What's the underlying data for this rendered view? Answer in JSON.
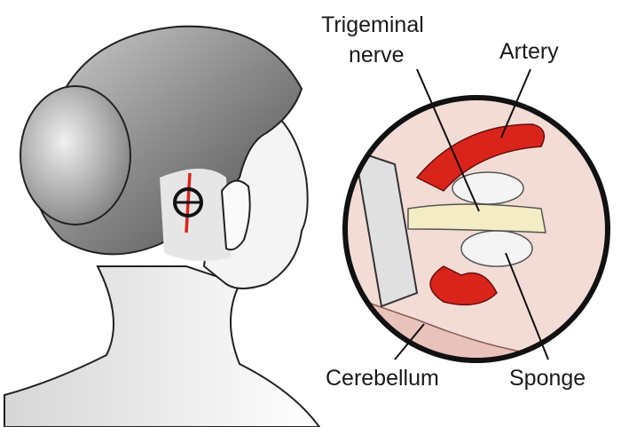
{
  "labels": {
    "trigeminal_line1": "Trigeminal",
    "trigeminal_line2": "nerve",
    "artery": "Artery",
    "cerebellum": "Cerebellum",
    "sponge": "Sponge"
  },
  "colors": {
    "artery": "#d9241b",
    "incision": "#d9241b",
    "nerve": "#f3ecc4",
    "sponge": "#f4f4f4",
    "tissue": "#f2d6d0",
    "hair": "#6e6e6e"
  }
}
